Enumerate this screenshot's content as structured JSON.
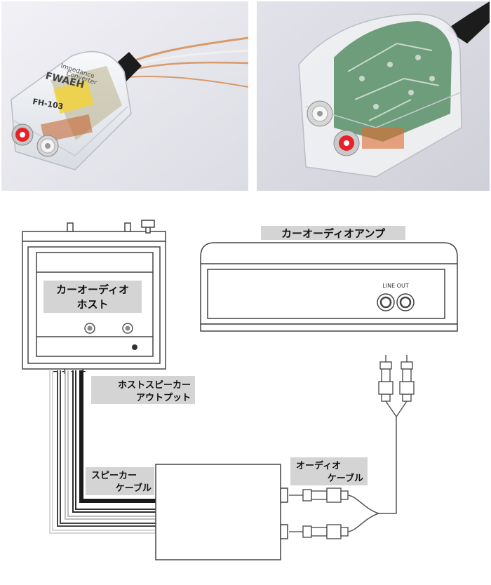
{
  "photos": {
    "left": {
      "brand": "FWAEH",
      "caption_line1": "Impedance",
      "caption_line2": "Converter",
      "model": "FH-103"
    }
  },
  "diagram": {
    "head_unit_label_line1": "カーオーディオ",
    "head_unit_label_line2": "ホスト",
    "polarity_marks": "−+−+",
    "amp_label": "カーオーディオアンプ",
    "line_out": "LINE OUT",
    "host_output_line1": "ホストスピーカー",
    "host_output_line2": "アウトプット",
    "speaker_cable_line1": "スピーカー",
    "speaker_cable_line2": "ケーブル",
    "audio_cable_line1": "オーディオ",
    "audio_cable_line2": "ケーブル"
  },
  "colors": {
    "label_bg": "#d4d4d4",
    "rca_red": "#e8202a",
    "wire_copper": "#d89b6a",
    "housing_clear": "#eef0f2",
    "pcb_green": "#6e9d7c"
  }
}
